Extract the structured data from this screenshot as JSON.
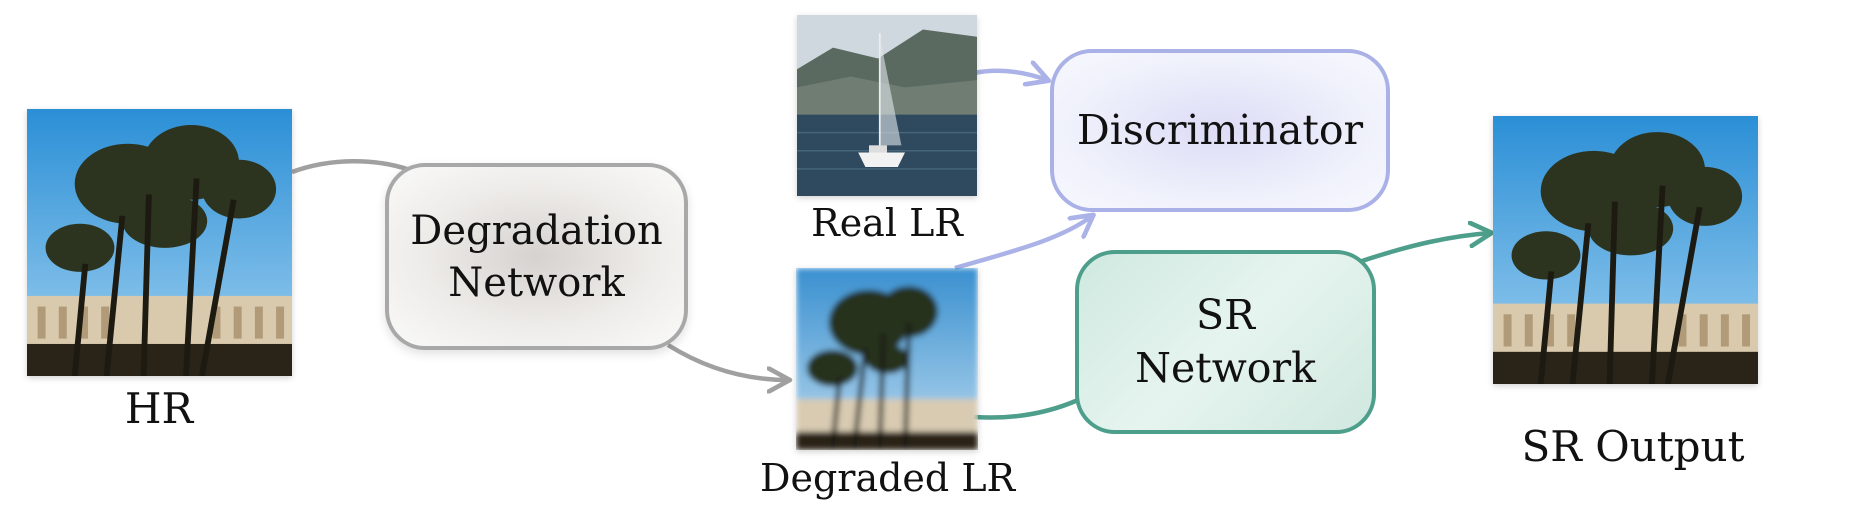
{
  "diagram": {
    "images": {
      "hr": {
        "label": "HR"
      },
      "real_lr": {
        "label": "Real LR"
      },
      "degraded_lr": {
        "label": "Degraded LR"
      },
      "sr_output": {
        "label": "SR Output"
      }
    },
    "nodes": {
      "degradation": {
        "line1": "Degradation",
        "line2": "Network"
      },
      "discriminator": {
        "label": "Discriminator"
      },
      "sr_network": {
        "line1": "SR",
        "line2": "Network"
      }
    },
    "edges": [
      {
        "from": "HR",
        "to": "Degradation Network"
      },
      {
        "from": "Degradation Network",
        "to": "Degraded LR"
      },
      {
        "from": "Real LR",
        "to": "Discriminator"
      },
      {
        "from": "Degraded LR",
        "to": "Discriminator"
      },
      {
        "from": "Degraded LR",
        "to": "SR Network"
      },
      {
        "from": "SR Network",
        "to": "SR Output"
      }
    ],
    "colors": {
      "gray_edge": "#a0a0a0",
      "discriminator_edge": "#aab2e8",
      "sr_edge": "#4e9e8c"
    }
  }
}
